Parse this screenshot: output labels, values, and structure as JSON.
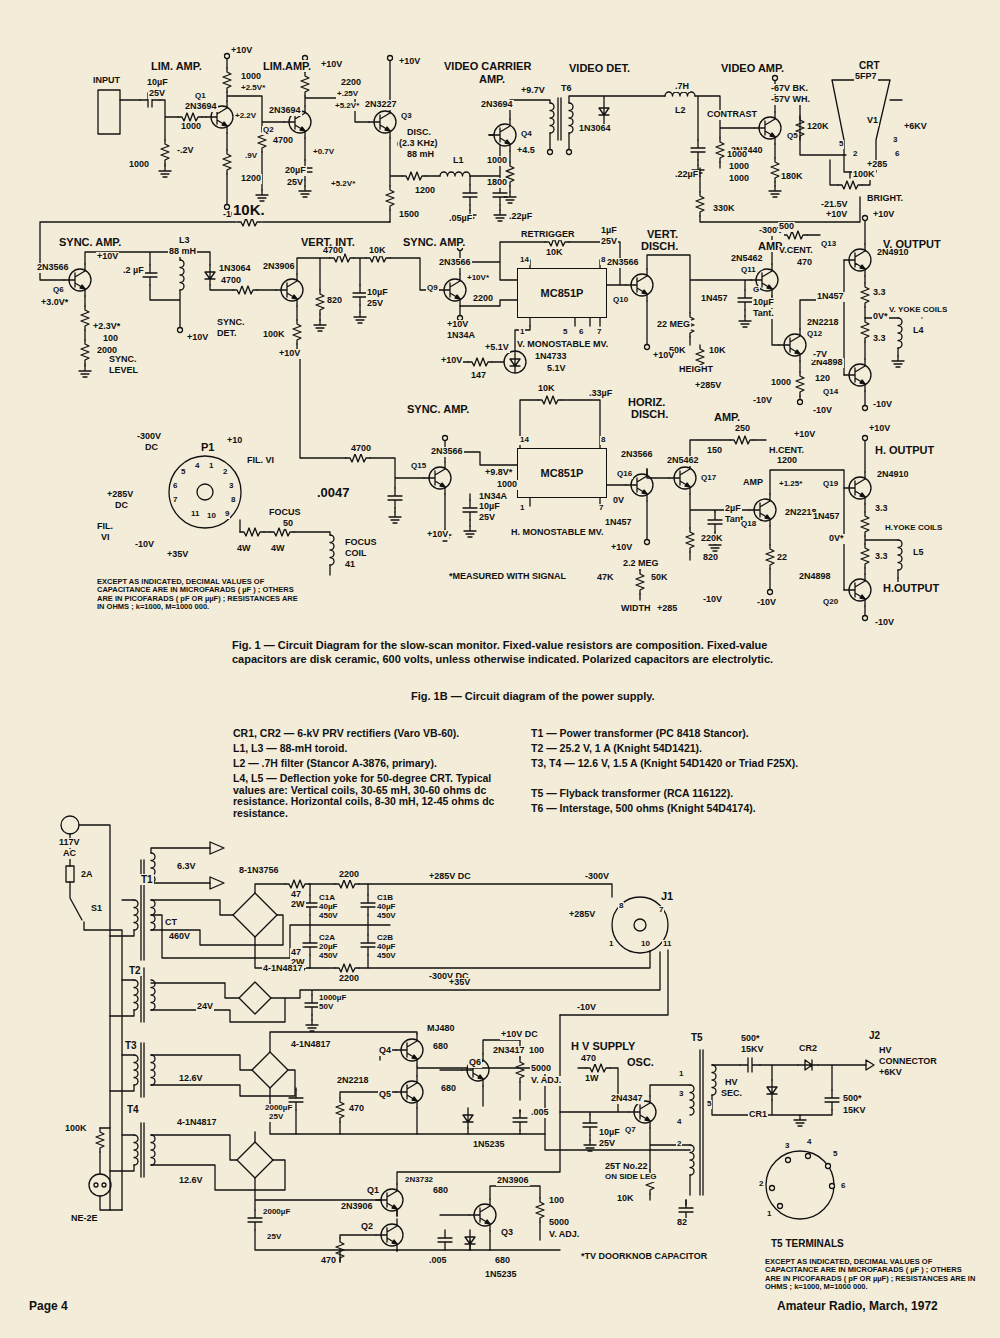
{
  "diagram": {
    "caption": "Fig. 1 — Circuit Diagram for the slow-scan monitor. Fixed-value resistors are composition. Fixed-value capacitors are disk ceramic, 600 volts, unless otherwise indicated. Polarized capacitors are electrolytic.",
    "nodes": [
      {
        "text": [
          "MC851P"
        ]
      },
      {
        "text": [
          "MC851P"
        ]
      }
    ],
    "labels": [
      "LIM. AMP.",
      "+10V",
      "LIM.AMP.",
      "+10V",
      "+10V",
      "VIDEO CARRIER",
      "AMP.",
      "VIDEO DET.",
      "VIDEO AMP.",
      "CRT",
      "5FP7",
      "V1",
      "+6KV",
      "+285",
      "5",
      "3",
      "6",
      "2",
      "INPUT",
      "10µF",
      "25V",
      "1000",
      "1000",
      "-.2V",
      "1200",
      "-10V",
      "2N3694",
      "Q1",
      "1000",
      "+2.5V*",
      "+2.2V",
      "2N3694",
      "Q2",
      "4700",
      ".9V",
      "+0.7V",
      "20µF",
      "25V",
      "2200",
      "+.25V",
      "+5.2V*",
      "2N3227",
      "Q3",
      "0V",
      "+5.2V*",
      "1200",
      "1500",
      "DISC.",
      "(2.3 KHz)",
      "88 mH",
      "L1",
      ".05µF",
      ".22µF",
      "2N3694",
      "Q4",
      "+9.7V",
      "T6",
      "1000",
      "+4.5",
      "1800",
      "1N3064",
      ".7H",
      "L2",
      "CONTRAST",
      "2N3440",
      "Q5",
      "-67V BK.",
      "-57V WH.",
      "120K",
      ".22µF",
      "1000",
      "1000",
      "1000",
      "180K",
      "-21.5V",
      "100K",
      "BRIGHT.",
      "330K",
      "-300V",
      "10K.",
      "SYNC. AMP.",
      "L3",
      "88 mH",
      "+10V",
      "2N3566",
      "Q6",
      ".2 µF",
      "1N3064",
      "4700",
      "2N3906",
      "VERT. INT.",
      "4700",
      "10K",
      "SYNC. AMP.",
      "820",
      "10µF",
      "25V",
      "2N3566",
      "Q9",
      "+10V*",
      "2200",
      "+10V",
      "1N34A",
      "+5.1V",
      "RETRIGGER",
      "1µF",
      "25V",
      "10K",
      "14",
      "8",
      "1",
      "5",
      "6",
      "7",
      "V. MONOSTABLE MV.",
      "+3.0V*",
      "+2.3V*",
      "100",
      "2000",
      "SYNC.",
      "LEVEL",
      "+10V",
      "SYNC.",
      "DET.",
      "100K",
      "+10V",
      "1N4733",
      "5.1V",
      "+10V",
      "147",
      "VERT.",
      "DISCH.",
      "AMP.",
      "500",
      "V.CENT.",
      "470",
      "+10V",
      "+10V",
      "V. OUTPUT",
      "2N4910",
      "Q13",
      "1N457",
      "3.3",
      "V. YOKE COILS",
      "0V*",
      "L4",
      "3.3",
      "2N4898",
      "Q14",
      "-10V",
      "2N3566",
      "Q10",
      "2N5462",
      "Q11",
      "1N457",
      "G",
      "22 MEG",
      "10µF",
      "Tant.",
      "2N2218",
      "Q12",
      "-7V",
      "50K",
      "10K",
      "+10V",
      "HEIGHT",
      "+285V",
      "1000",
      "120",
      "-10V",
      "-10V",
      "SYNC. AMP.",
      "HORIZ.",
      "DISCH.",
      "AMP.",
      "10K",
      ".33µF",
      "150",
      "250",
      "H.CENT.",
      "+10V",
      "+10V",
      "H. OUTPUT",
      "1200",
      "Q19",
      "2N4910",
      "AMP",
      "+1.25*",
      "4700",
      "2N3566",
      "Q15",
      "+9.8V*",
      "1000",
      "1N34A",
      "10µF",
      "25V",
      "+10V",
      "14",
      "8",
      "1",
      "7",
      "H. MONOSTABLE MV.",
      ".0047",
      "2N3566",
      "Q16",
      "0V",
      "2N5462",
      "Q17",
      "2µF",
      "Tant.",
      "2N2218",
      "Q18",
      "1N457",
      "+10V",
      "220K",
      "2.2 MEG",
      "820",
      "22",
      "-10V",
      "-10V",
      "47K",
      "50K",
      "WIDTH",
      "+285",
      "1N457",
      "3.3",
      "H.YOKE COILS",
      "0V*",
      "L5",
      "3.3",
      "2N4898",
      "Q20",
      "H.OUTPUT",
      "-10V",
      "*MEASURED WITH SIGNAL",
      "P1",
      "-300V",
      "DC",
      "+10",
      "FIL. VI",
      "+285V",
      "DC",
      "FIL.",
      "VI",
      "-10V",
      "+35V",
      "FOCUS",
      "50",
      "4W",
      "4W",
      "FOCUS",
      "COIL",
      "41",
      "1",
      "2",
      "3",
      "4",
      "5",
      "6",
      "7",
      "8",
      "9",
      "10",
      "11",
      "EXCEPT AS INDICATED, DECIMAL VALUES OF CAPACITANCE ARE IN MICROFARADS ( µF ) ; OTHERS ARE IN PICOFARADS ( pF OR µµF) ; RESISTANCES ARE IN OHMS ; k=1000, M=1000 000.",
      "Fig. 1B — Circuit diagram of the power supply.",
      "CR1, CR2 — 6-kV PRV rectifiers (Varo VB-60).",
      "L1, L3 — 88-mH toroid.",
      "L2 — .7H filter (Stancor A-3876, primary).",
      "L4, L5 — Deflection yoke for 50-degree CRT. Typical values are: Vertical coils, 30-65 mH, 30-60 ohms dc resistance. Horizontal coils, 8-30 mH, 12-45 ohms dc resistance.",
      "T1 — Power transformer (PC 8418 Stancor).",
      "T2 — 25.2 V, 1 A (Knight 54D1421).",
      "T3, T4 — 12.6 V, 1.5 A (Knight 54D1420 or Triad F25X).",
      "T5 — Flyback transformer (RCA 116122).",
      "T6 — Interstage, 500 ohms (Knight 54D4174).",
      "117V",
      "AC",
      "2A",
      "S1",
      "T1",
      "6.3V",
      "8-1N3756",
      "460V",
      "CT",
      "47",
      "2W",
      "2200",
      "+285V DC",
      "C1A",
      "40µF",
      "450V",
      "C1B",
      "40µF",
      "450V",
      "C2A",
      "20µF",
      "450V",
      "C2B",
      "40µF",
      "450V",
      "47",
      "2W",
      "2200",
      "-300V DC",
      "-300V",
      "J1",
      "+285V",
      "8",
      "7",
      "1",
      "10",
      "11",
      "+35V",
      "-10V",
      "T2",
      "24V",
      "4-1N4817",
      "1000µF",
      "50V",
      "T3",
      "12.6V",
      "4-1N4817",
      "MJ480",
      "Q4",
      "2N2218",
      "Q5",
      "2000µF",
      "25V",
      "470",
      "680",
      "2N3417",
      "Q6",
      "+10V DC",
      "100",
      "5000",
      "V. ADJ.",
      "680",
      "1N5235",
      ".005",
      "H V SUPPLY",
      "470",
      "1W",
      "OSC.",
      "10µF",
      "25V",
      "2N4347",
      "Q7",
      "25T No.22",
      "ON SIDE LEG",
      "10K",
      "82",
      "T5",
      "1",
      "3",
      "5",
      "4",
      "2",
      "HV",
      "SEC.",
      "500*",
      "15KV",
      "CR2",
      "J2",
      "HV",
      "CONNECTOR",
      "+6KV",
      "CR1",
      "500*",
      "15KV",
      "T4",
      "12.6V",
      "4-1N4817",
      "100K",
      "NE-2E",
      "2N3732",
      "Q1",
      "2N3906",
      "Q2",
      "680",
      "2N3906",
      "Q3",
      "100",
      "5000",
      "V. ADJ.",
      "2000µF",
      "25V",
      "470",
      ".005",
      "680",
      "1N5235",
      "*TV DOORKNOB CAPACITOR",
      "T5 TERMINALS",
      "3",
      "4",
      "5",
      "6",
      "2",
      "1",
      "EXCEPT AS INDICATED, DECIMAL VALUES OF CAPACITANCE ARE IN MICROFARADS ( µF ) ; OTHERS ARE IN PICOFARADS ( pF OR µµF) ; RESISTANCES ARE IN OHMS ; k=1000, M=1000 000.",
      "Page 4",
      "Amateur Radio, March, 1972"
    ]
  }
}
